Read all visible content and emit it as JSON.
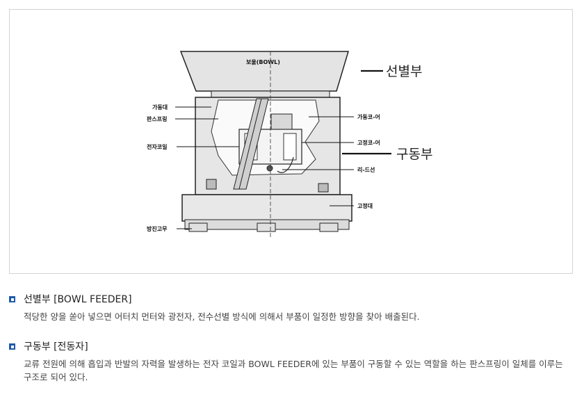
{
  "diagram": {
    "labels": {
      "bowl": "보울(BOWL)",
      "moving_stand": "가동대",
      "plate_spring": "판스프링",
      "coil": "전자코일",
      "anti_vibration": "방진고무",
      "moving_core": "가동코-어",
      "fixed_core": "고정코-어",
      "lead_wire": "리-드선",
      "fixed_stand": "고정대"
    },
    "sections": {
      "selection": "선별부",
      "drive": "구동부"
    }
  },
  "sections": [
    {
      "title": "선별부 [BOWL FEEDER]",
      "description": "적당한 양을 쏟아 넣으면 어터치 먼터와 광전자, 전수선별 방식에 의해서 부품이 일정한 방향을 찾아 배출된다."
    },
    {
      "title": "구동부 [전동자]",
      "description": "교류 전원에 의해 흡입과 반발의 자력을 발생하는 전자 코일과 BOWL FEEDER에 있는 부품이 구동할 수 있는 역할을 하는 판스프링이 일체를 이루는 구조로 되어 있다."
    }
  ]
}
